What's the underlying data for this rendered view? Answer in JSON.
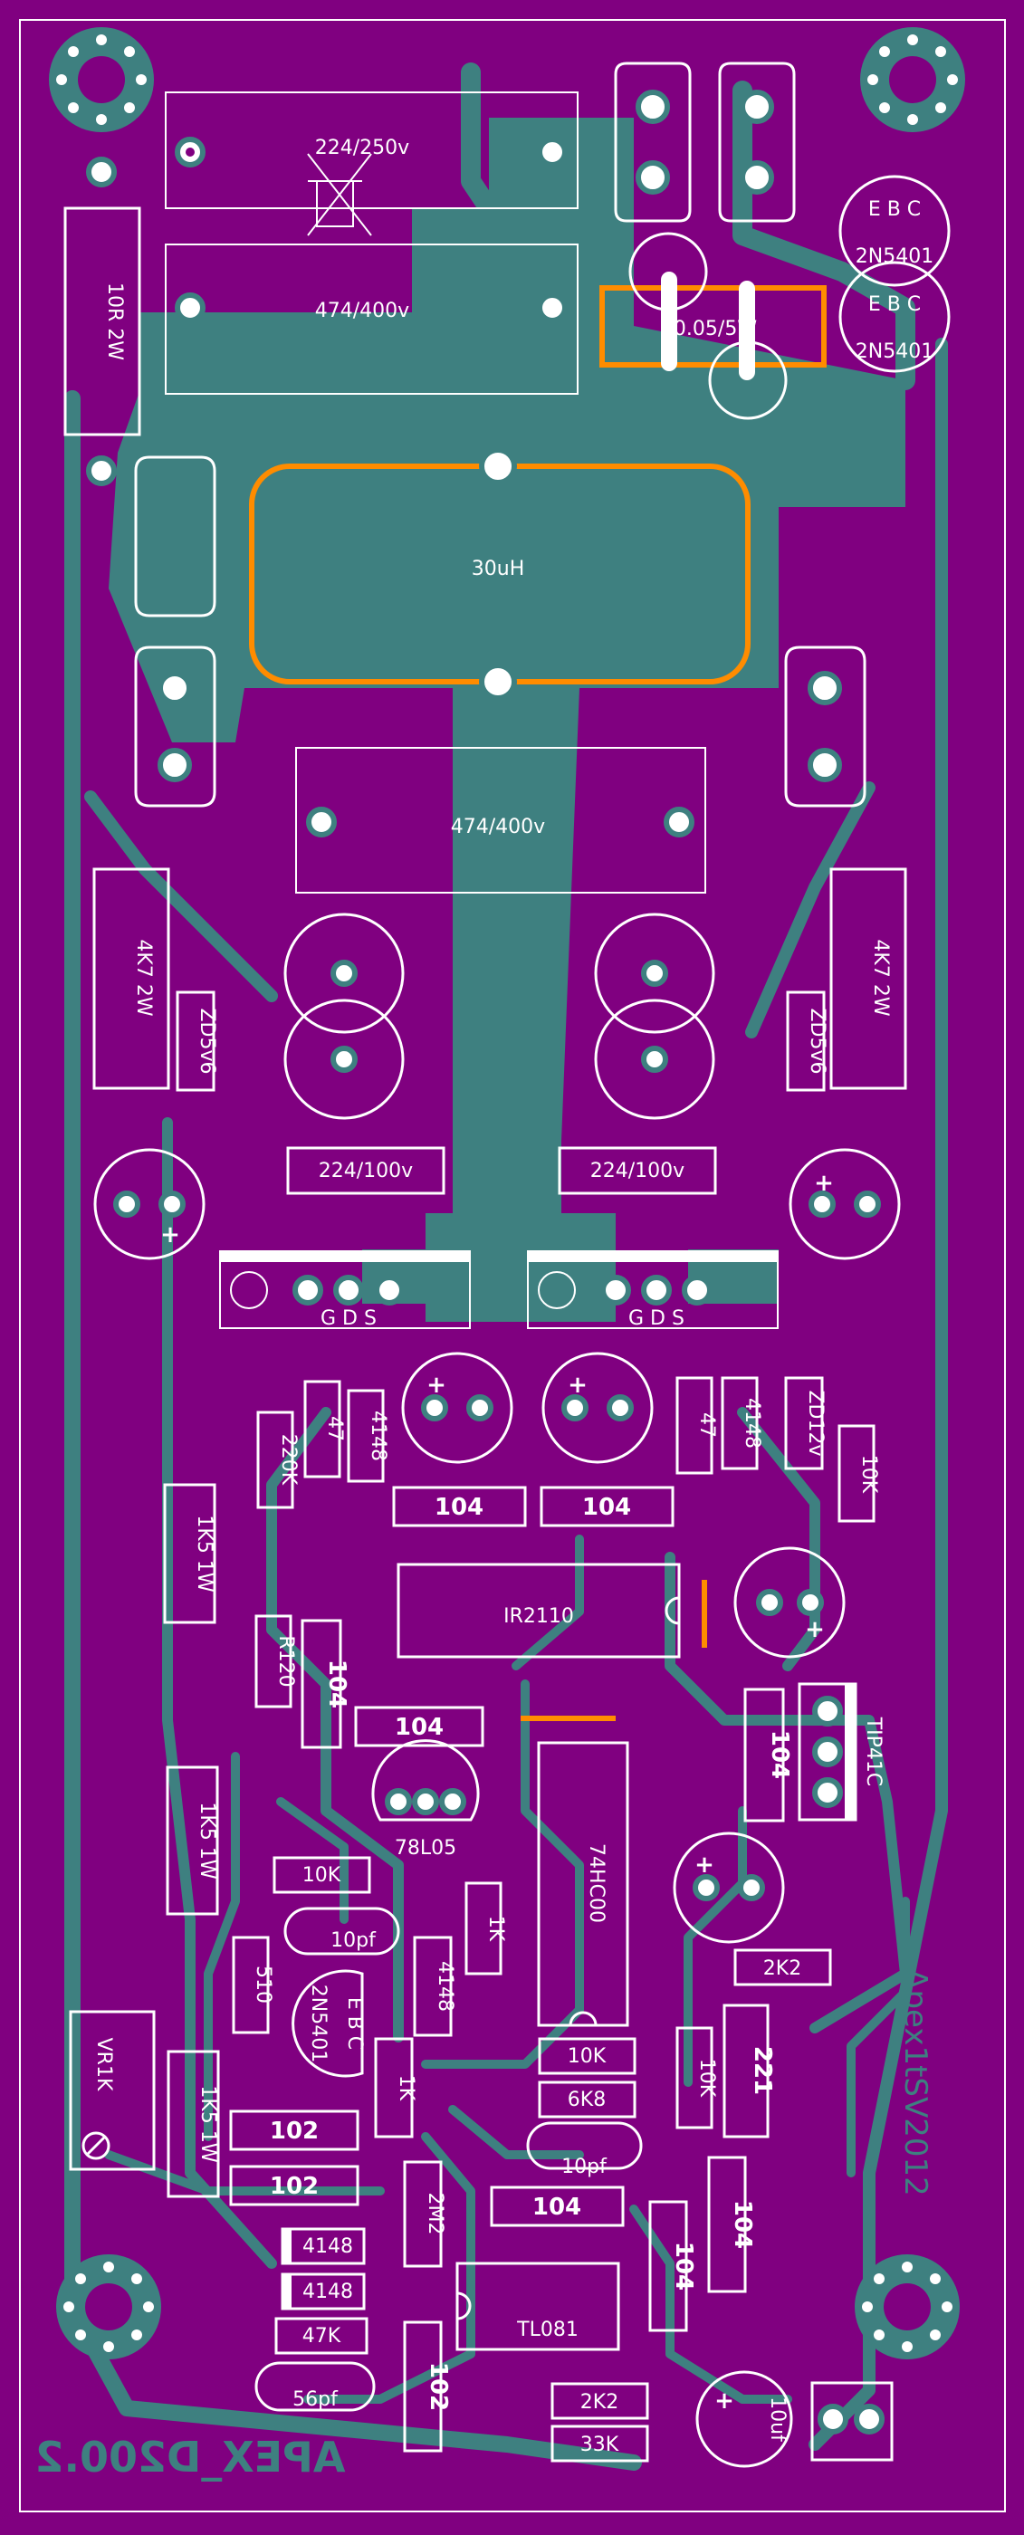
{
  "board": {
    "name": "APEX_D200.2",
    "name_side": "Apex1tSV2012",
    "colors": {
      "substrate": "#800080",
      "copper": "#3e8080",
      "silk": "#ffffff",
      "jumper": "#ff8c00"
    }
  },
  "labels": {
    "cap_224_250": "224/250v",
    "cap_474_top": "474/400v",
    "cap_005": "0.05/5W",
    "inductor": "30uH",
    "cap_474_mid": "474/400v",
    "r_10r": "10R 2W",
    "q_top1": "2N5401",
    "q_top2": "2N5401",
    "ebc1": "E B C",
    "ebc2": "E B C",
    "r_4k7_left": "4K7 2W",
    "zd_left": "ZD5v6",
    "r_4k7_right": "4K7 2W",
    "zd_right": "ZD5v6",
    "cap_224_100_left": "224/100v",
    "cap_224_100_right": "224/100v",
    "gds_left": "G D S",
    "gds_right": "G D S",
    "r_220k": "220K",
    "r_47_left": "47",
    "d_4148_left": "4148",
    "r_47_right": "47",
    "d_4148_right": "4148",
    "zd12": "ZD12v",
    "r_10k_right": "10K",
    "c_104_a": "104",
    "c_104_b": "104",
    "ic_ir2110": "IR2110",
    "r_1k5_a": "1K5 1W",
    "r_1k5_b": "1K5 1W",
    "r_1k5_c": "1K5 1W",
    "r_r120": "R120",
    "c_104_c": "104",
    "c_104_d": "104",
    "c_104_e": "104",
    "tip41c": "TIP41C",
    "reg_78l05": "78L05",
    "ic_74hc00": "74HC00",
    "r_10k_a": "10K",
    "c_10pf_a": "10pf",
    "r_1k_a": "1K",
    "r_510": "510",
    "q_mid": "2N5401",
    "ebc3": "E B C",
    "d_4148_b": "4148",
    "r_1k_b": "1K",
    "r_2k2_a": "2K2",
    "vr1k": "VR1K",
    "r_10k_b": "10K",
    "r_6k8": "6K8",
    "r_10k_c": "10K",
    "c_221": "221",
    "c_102_a": "102",
    "c_102_b": "102",
    "c_10pf_b": "10pf",
    "r_2m2": "2M2",
    "c_104_f": "104",
    "c_104_g": "104",
    "c_104_h": "104",
    "d_4148_c": "4148",
    "d_4148_d": "4148",
    "r_47k": "47K",
    "ic_tl081": "TL081",
    "c_56pf": "56pf",
    "c_102_c": "102",
    "r_2k2_b": "2K2",
    "r_33k": "33K",
    "c_10uf": "10uf"
  }
}
